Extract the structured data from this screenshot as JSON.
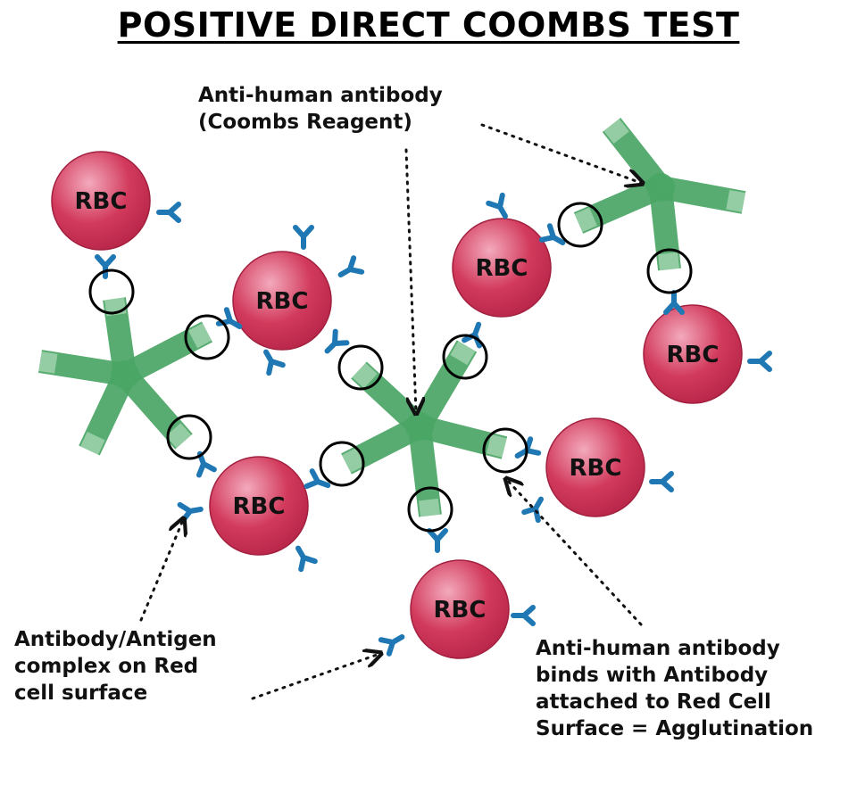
{
  "title": "POSITIVE DIRECT COOMBS TEST",
  "labels": {
    "reagent": [
      "Anti-human antibody",
      "(Coombs Reagent)"
    ],
    "complex": [
      "Antibody/Antigen",
      "complex on Red",
      "cell surface"
    ],
    "binds": [
      "Anti-human antibody",
      "binds with Antibody",
      "attached to Red Cell",
      "Surface = Agglutination"
    ]
  },
  "rbc_label": "RBC",
  "colors": {
    "rbc": "#d23a5c",
    "rbc_highlight": "#f3a9bc",
    "anti_human_antibody": "#4aa665",
    "rbc_antibody": "#1f78b4",
    "binding_circle": "#000000"
  }
}
